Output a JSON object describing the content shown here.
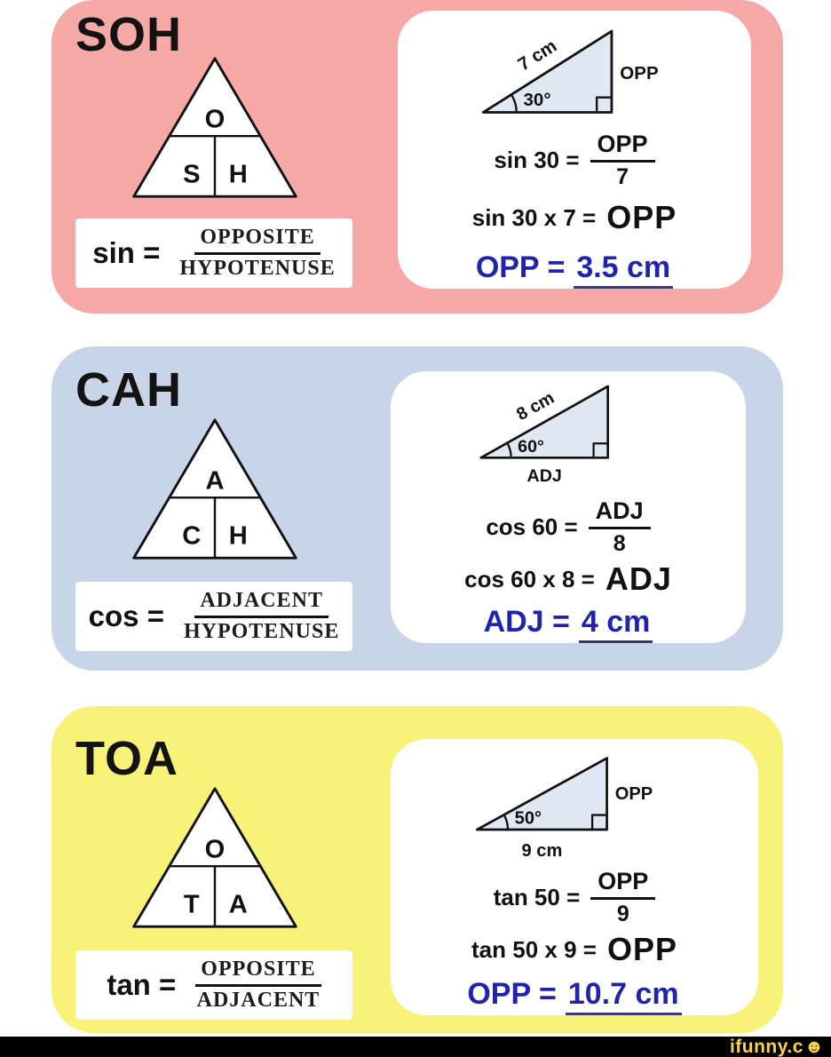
{
  "colors": {
    "page_bg": "#ffffff",
    "soh_pink": "#f7a9a8",
    "cah_blue": "#c8d5e9",
    "toa_yellow": "#f8f279",
    "diagram_triangle_fill": "#e0e8f3",
    "result_text": "#1f24ad"
  },
  "panels": [
    {
      "name": "SOH",
      "bg": "#f7a9a8",
      "pyramid": {
        "top": "O",
        "bottom_left": "S",
        "bottom_right": "H"
      },
      "formula": {
        "fn": "sin =",
        "num": "OPPOSITE",
        "den": "HYPOTENUSE"
      },
      "diagram": {
        "slope_label": "7 cm",
        "angle": "30°",
        "side_label": "OPP"
      },
      "work": {
        "eq1_lhs": "sin 30 =",
        "eq1_num": "OPP",
        "eq1_den": "7",
        "eq2_lhs": "sin 30 x 7 =",
        "eq2_rhs": "OPP",
        "result_lhs": "OPP =",
        "result_val": "3.5 cm"
      }
    },
    {
      "name": "CAH",
      "bg": "#c8d5e9",
      "pyramid": {
        "top": "A",
        "bottom_left": "C",
        "bottom_right": "H"
      },
      "formula": {
        "fn": "cos =",
        "num": "ADJACENT",
        "den": "HYPOTENUSE"
      },
      "diagram": {
        "slope_label": "8 cm",
        "angle": "60°",
        "base_label": "ADJ"
      },
      "work": {
        "eq1_lhs": "cos 60 =",
        "eq1_num": "ADJ",
        "eq1_den": "8",
        "eq2_lhs": "cos 60 x 8 =",
        "eq2_rhs": "ADJ",
        "result_lhs": "ADJ =",
        "result_val": "4 cm"
      }
    },
    {
      "name": "TOA",
      "bg": "#f8f279",
      "pyramid": {
        "top": "O",
        "bottom_left": "T",
        "bottom_right": "A"
      },
      "formula": {
        "fn": "tan =",
        "num": "OPPOSITE",
        "den": "ADJACENT"
      },
      "diagram": {
        "angle": "50°",
        "base_label": "9 cm",
        "side_label": "OPP"
      },
      "work": {
        "eq1_lhs": "tan 50 =",
        "eq1_num": "OPP",
        "eq1_den": "9",
        "eq2_lhs": "tan 50 x 9 =",
        "eq2_rhs": "OPP",
        "result_lhs": "OPP =",
        "result_val": "10.7 cm"
      }
    }
  ],
  "watermark": {
    "text": "ifunny.c",
    "smiley_icon": "☻",
    "bar_color": "#000000",
    "text_color": "#f9d247"
  }
}
